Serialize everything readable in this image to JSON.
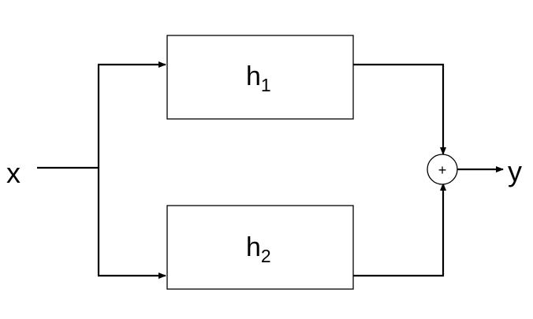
{
  "diagram": {
    "input_label": "x",
    "output_label": "y",
    "blocks": [
      {
        "name": "h",
        "subscript": "1"
      },
      {
        "name": "h",
        "subscript": "2"
      }
    ],
    "summing_junction": {
      "symbol": "+"
    }
  }
}
